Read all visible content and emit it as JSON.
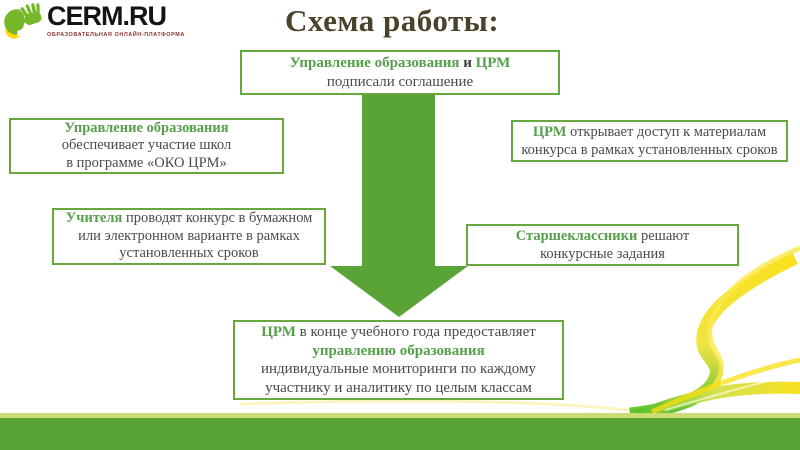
{
  "logo": {
    "name": "CERM.RU",
    "tagline": "ОБРАЗОВАТЕЛЬНАЯ ОНЛАЙН-ПЛАТФОРМА"
  },
  "title": "Схема работы:",
  "colors": {
    "accent_green": "#5aa336",
    "box_border_green": "#67a73e",
    "text_green": "#55a04a",
    "text_dark": "#4a4a4a",
    "title_color": "#4a432c",
    "footer_stripe": "#cbdc74",
    "ribbon_yellow": "#f7df12",
    "ribbon_green": "#52c028"
  },
  "flow": {
    "agreement": {
      "lines": [
        [
          {
            "text": "Управление образования"
          },
          {
            "text": " и "
          },
          {
            "text": "ЦРМ"
          }
        ],
        [
          {
            "text": "подписали соглашение"
          }
        ]
      ]
    },
    "uo": {
      "lines": [
        [
          {
            "text": "Управление образования"
          }
        ],
        [
          {
            "text": "обеспечивает участие школ"
          }
        ],
        [
          {
            "text": "в программе «ОКО ЦРМ»"
          }
        ]
      ]
    },
    "crm": {
      "lines": [
        [
          {
            "text": "ЦРМ"
          },
          {
            "text": " открывает доступ к материалам"
          }
        ],
        [
          {
            "text": "конкурса в рамках установленных сроков"
          }
        ]
      ]
    },
    "teachers": {
      "lines": [
        [
          {
            "text": "Учителя"
          },
          {
            "text": " проводят конкурс в бумажном"
          }
        ],
        [
          {
            "text": "или электронном варианте в рамках"
          }
        ],
        [
          {
            "text": "установленных сроков"
          }
        ]
      ]
    },
    "students": {
      "lines": [
        [
          {
            "text": "Старшеклассники"
          },
          {
            "text": " решают"
          }
        ],
        [
          {
            "text": "конкурсные задания"
          }
        ]
      ]
    },
    "results": {
      "lines": [
        [
          {
            "text": "ЦРМ"
          },
          {
            "text": " в конце учебного года предоставляет"
          }
        ],
        [
          {
            "text": "управлению образования"
          }
        ],
        [
          {
            "text": "индивидуальные мониторинги по каждому"
          }
        ],
        [
          {
            "text": "участнику и аналитику по целым классам"
          }
        ]
      ]
    }
  }
}
